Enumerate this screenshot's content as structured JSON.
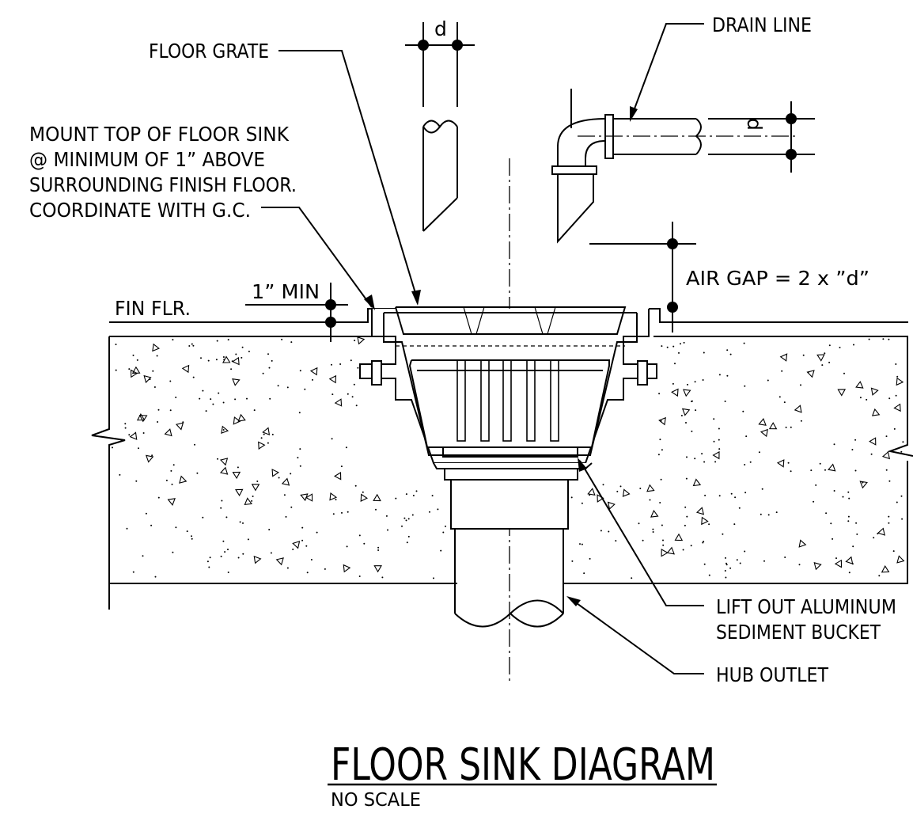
{
  "labels": {
    "floor_grate": "FLOOR GRATE",
    "mount_note": [
      "MOUNT TOP OF FLOOR SINK",
      "@ MINIMUM OF 1” ABOVE",
      "SURROUNDING FINISH FLOOR.",
      "COORDINATE WITH G.C."
    ],
    "dim_d_top": "d",
    "dim_d_side": "d",
    "drain_line": "DRAIN LINE",
    "air_gap": "AIR GAP = 2 x ”d”",
    "fin_flr": "FIN FLR.",
    "one_inch_min": "1” MIN",
    "lift_out": [
      "LIFT OUT ALUMINUM",
      "SEDIMENT BUCKET"
    ],
    "hub_outlet": "HUB OUTLET"
  },
  "title": "FLOOR SINK DIAGRAM",
  "subtitle": "NO SCALE"
}
